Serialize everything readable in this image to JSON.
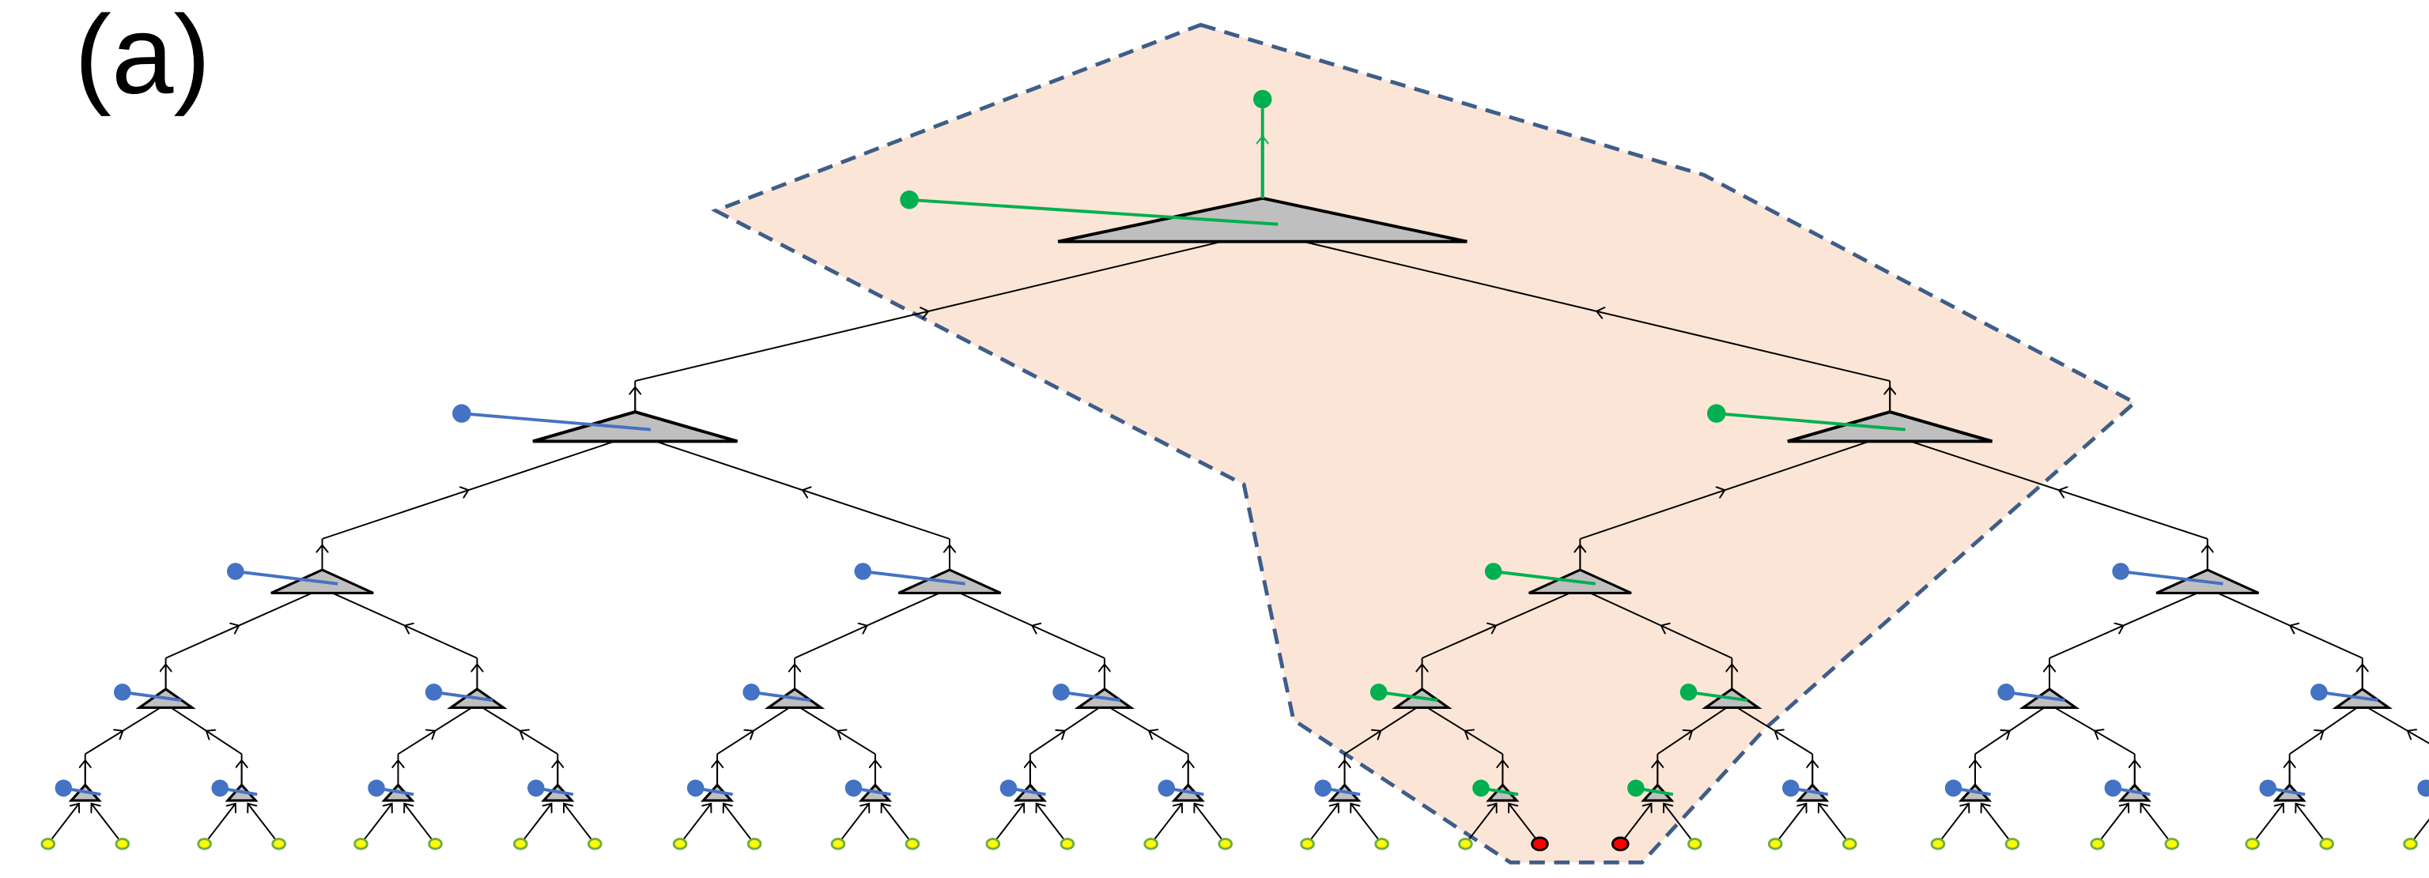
{
  "figure": {
    "panel_label": "(a)",
    "levels": 5,
    "colors": {
      "region_fill": "#fbe5d6",
      "region_border": "#3e5d8a",
      "tree_edge": "#000000",
      "triangle_fill": "#bfbfbf",
      "blue_node": "#4472c4",
      "green_node": "#00b050",
      "leaf_fill": "#ffff00",
      "leaf_stroke": "#70ad47",
      "red_leaf": "#ff0000"
    },
    "highlight": {
      "node_color": "green",
      "red_leaves": [
        19,
        20
      ]
    }
  }
}
